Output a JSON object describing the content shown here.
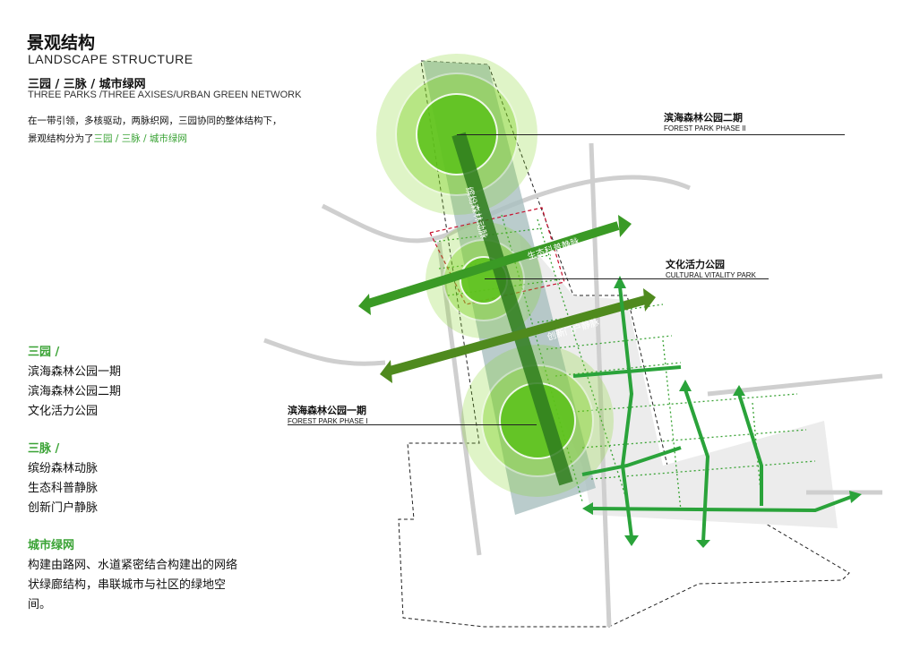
{
  "header": {
    "title": "景观结构",
    "title_en": "LANDSCAPE STRUCTURE",
    "subtitle": "三园 / 三脉 / 城市绿网",
    "subtitle_en": "THREE PARKS /THREE AXISES/URBAN GREEN NETWORK",
    "intro_1": "在一带引领，多核驱动，两脉织网，三园协同的整体结构下，景观结构分为了",
    "intro_highlight": "三园 / 三脉 / 城市绿网"
  },
  "sections": {
    "parks": {
      "head": "三园 /",
      "items": [
        "滨海森林公园一期",
        "滨海森林公园二期",
        "文化活力公园"
      ]
    },
    "axes": {
      "head": "三脉 /",
      "items": [
        "缤纷森林动脉",
        "生态科普静脉",
        "创新门户静脉"
      ]
    },
    "network": {
      "head": "城市绿网",
      "text": "构建由路网、水道紧密结合构建出的网络状绿廊结构，串联城市与社区的绿地空间。"
    }
  },
  "map_labels": {
    "phase2": {
      "cn": "滨海森林公园二期",
      "en": "FOREST PARK PHASE II"
    },
    "cultural": {
      "cn": "文化活力公园",
      "en": "CULTURAL VITALITY PARK"
    },
    "phase1": {
      "cn": "滨海森林公园一期",
      "en": "FOREST PARK PHASE I"
    },
    "axis_forest": "缤纷森林动脉",
    "axis_eco": "生态科普静脉",
    "axis_gate": "创新门户静脉"
  },
  "colors": {
    "accent": "#3aa335",
    "dark_green": "#2f7d1e",
    "light_green": "#7ed321"
  }
}
